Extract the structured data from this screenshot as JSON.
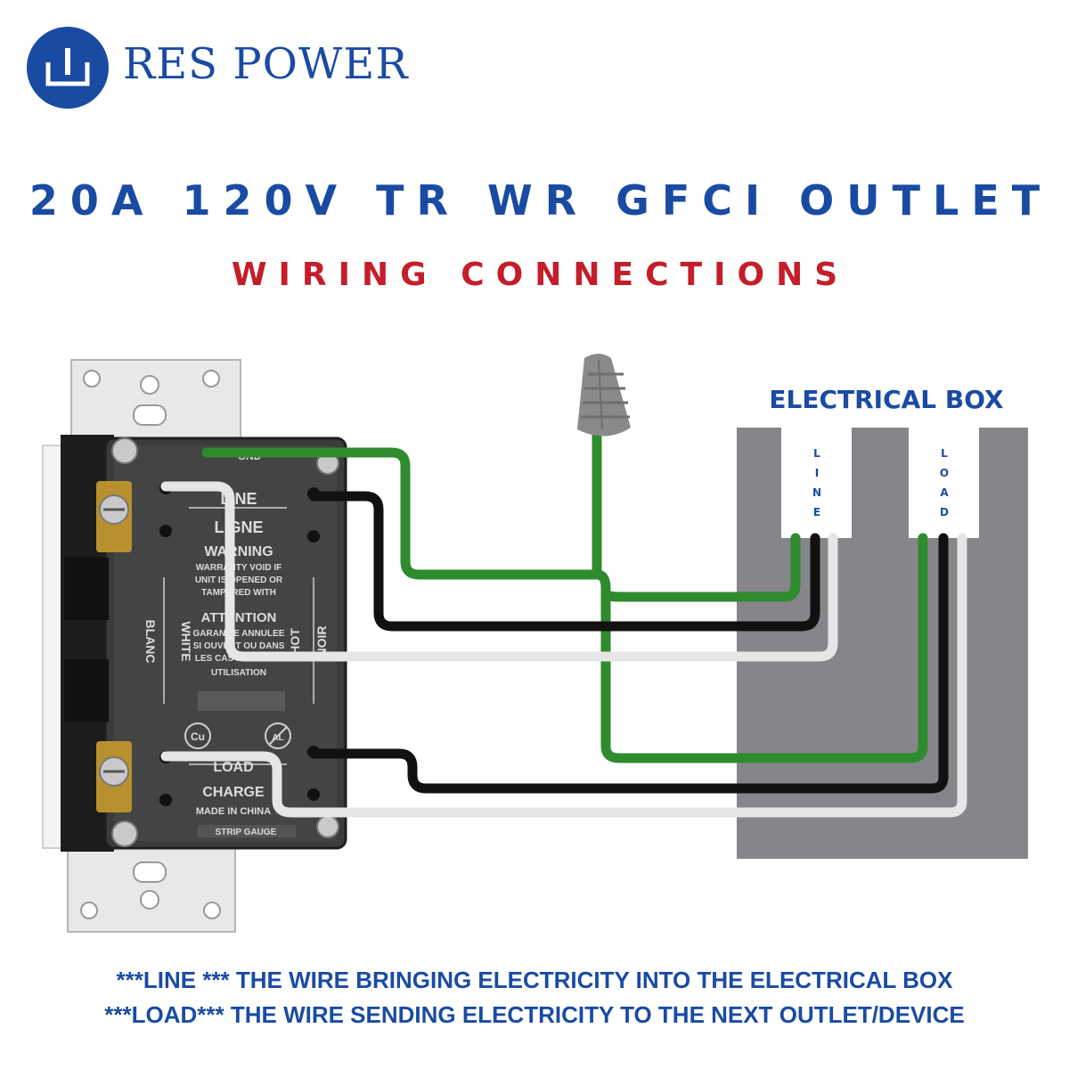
{
  "brand": {
    "name": "RES POWER",
    "color": "#1a4ba3",
    "icon": "power-plug-icon"
  },
  "title": "20A 120V TR WR GFCI OUTLET",
  "subtitle": "WIRING CONNECTIONS",
  "outlet": {
    "labels": {
      "gnd": "GND",
      "line": "LINE",
      "ligne": "LIGNE",
      "warning": "WARNING",
      "warning_text_1": "WARRANTY VOID IF",
      "warning_text_2": "UNIT IS OPENED OR",
      "warning_text_3": "TAMPERED WITH",
      "attention": "ATTENTION",
      "attention_text_1": "GARANTIE ANNULEE",
      "attention_text_2": "SI OUVERT OU DANS",
      "attention_text_3": "LES CAS MAUVAISE",
      "attention_text_4": "UTILISATION",
      "white": "WHITE",
      "blanc": "BLANC",
      "hot": "HOT",
      "noir": "NOIR",
      "cu": "Cu",
      "al": "AL",
      "load": "LOAD",
      "charge": "CHARGE",
      "made_in": "MADE IN CHINA",
      "strip_gauge": "STRIP GAUGE"
    }
  },
  "electrical_box": {
    "title": "ELECTRICAL BOX",
    "line_label": "LINE",
    "load_label": "LOAD"
  },
  "wire_colors": {
    "ground": "#2e8b2e",
    "hot": "#111111",
    "neutral": "#e6e6e6",
    "wire_nut": "#8a8a8a"
  },
  "footer": {
    "line_note": "***LINE *** THE WIRE BRINGING ELECTRICITY INTO THE ELECTRICAL BOX",
    "load_note": "***LOAD*** THE WIRE SENDING ELECTRICITY TO THE NEXT OUTLET/DEVICE"
  }
}
